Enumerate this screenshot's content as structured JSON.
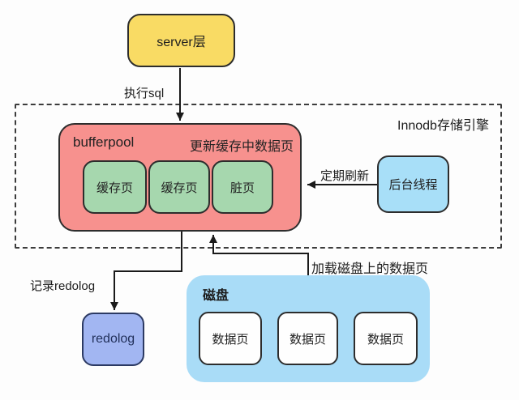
{
  "palette": {
    "server_fill": "#f9db64",
    "bufferpool_fill": "#f7918e",
    "cache_page_fill": "#a6d7ae",
    "thread_fill": "#a8dff8",
    "redolog_fill": "#a2b6f2",
    "disk_fill": "#a9dcf7",
    "arrow_color": "#1a1a1a"
  },
  "nodes": {
    "server": {
      "label": "server层"
    },
    "engine_boundary": {
      "label": "Innodb存储引擎"
    },
    "bufferpool": {
      "label": "bufferpool",
      "note": "更新缓存中数据页",
      "pages": [
        "缓存页",
        "缓存页",
        "脏页"
      ]
    },
    "background_thread": {
      "label": "后台线程"
    },
    "redolog": {
      "label": "redolog"
    },
    "disk": {
      "label": "磁盘",
      "pages": [
        "数据页",
        "数据页",
        "数据页"
      ]
    }
  },
  "edges": {
    "execute_sql": {
      "label": "执行sql"
    },
    "periodic_flush": {
      "label": "定期刷新"
    },
    "record_redolog": {
      "label": "记录redolog"
    },
    "load_disk_pages": {
      "label": "加载磁盘上的数据页"
    }
  }
}
